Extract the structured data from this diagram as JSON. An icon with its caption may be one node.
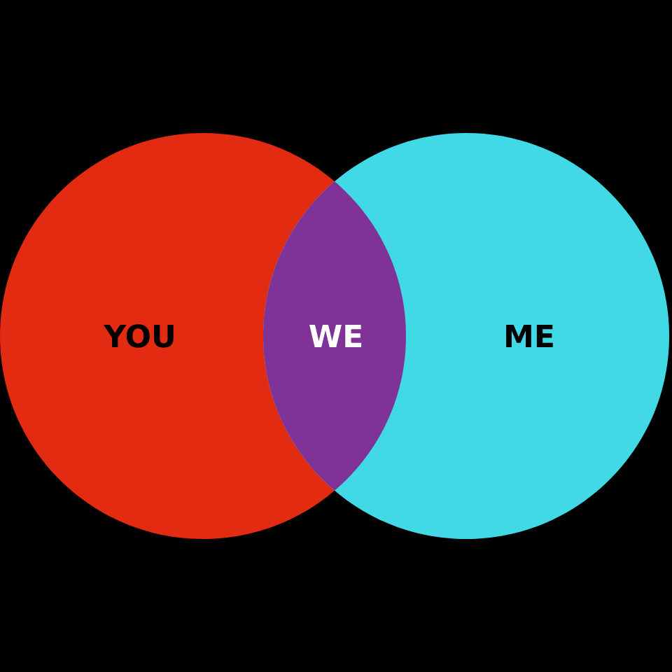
{
  "diagram": {
    "nodes": [
      {
        "text": [
          "YOU"
        ]
      },
      {
        "text": [
          "WE"
        ]
      },
      {
        "text": [
          "ME"
        ]
      }
    ]
  }
}
